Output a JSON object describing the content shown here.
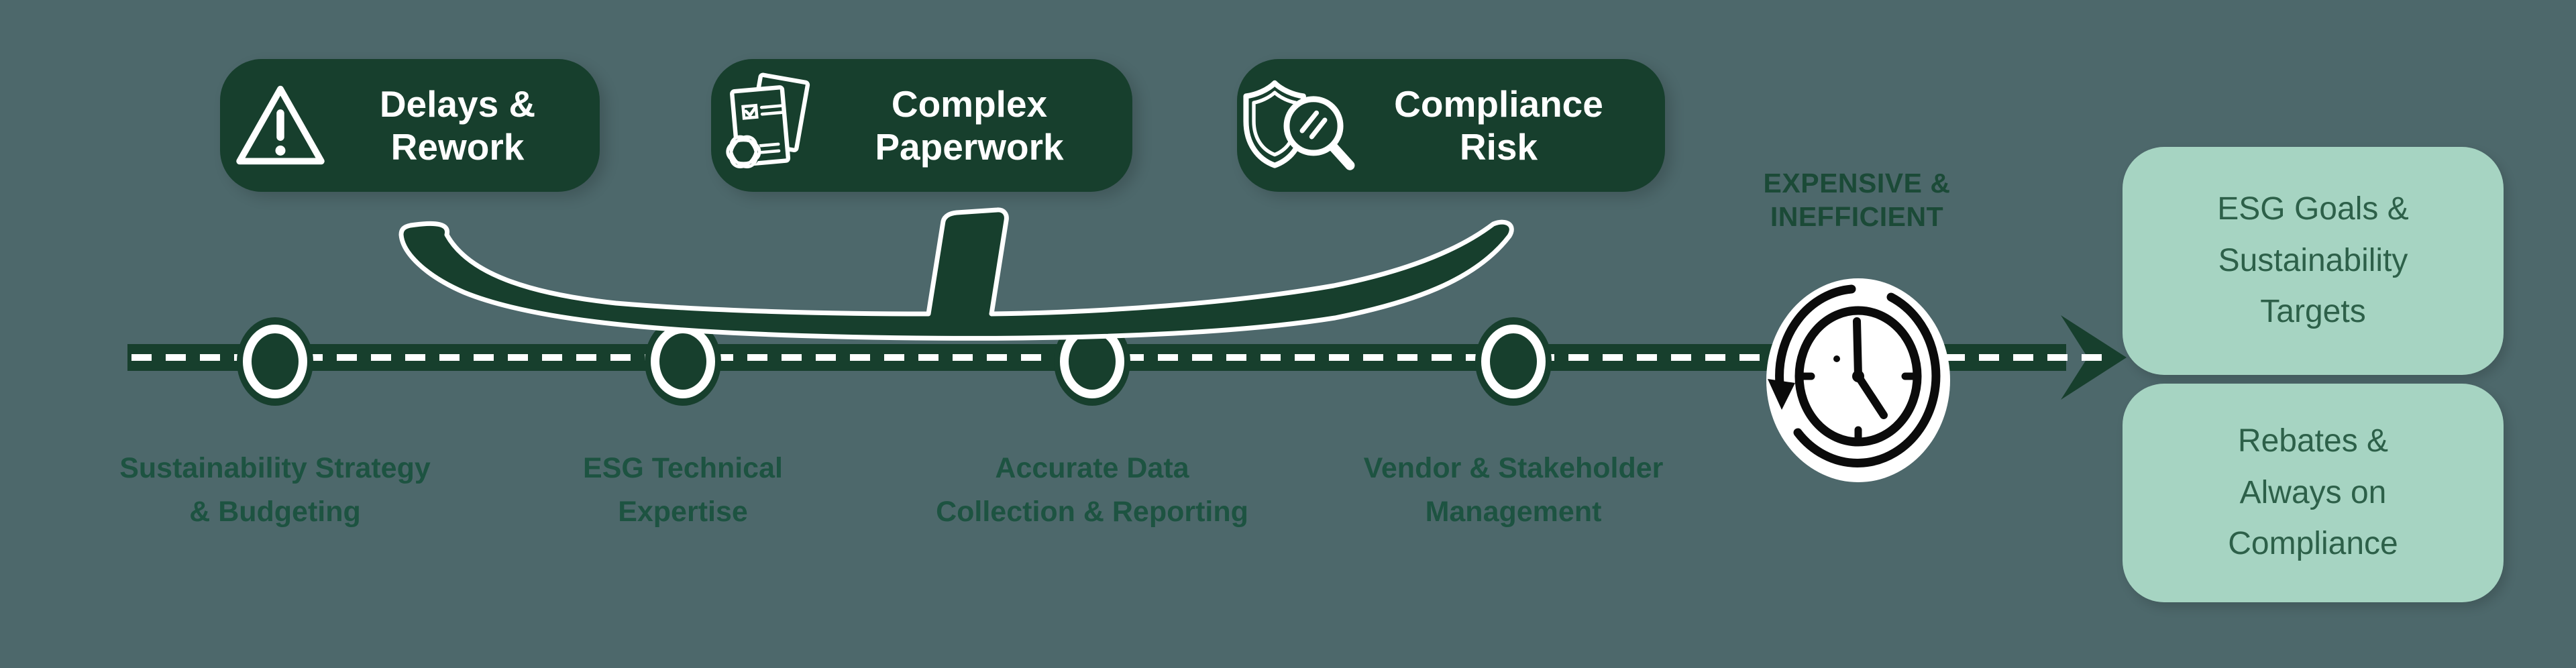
{
  "diagram": {
    "theme": "ESG compliance process pains and outcomes",
    "badges": [
      {
        "icon": "warning-triangle-icon",
        "line1": "Delays &",
        "line2": "Rework"
      },
      {
        "icon": "tangled-paperwork-icon",
        "line1": "Complex",
        "line2": "Paperwork"
      },
      {
        "icon": "shield-magnifier-icon",
        "line1": "Compliance",
        "line2": "Risk"
      }
    ],
    "timeline": {
      "direction": "left-to-right",
      "nodes": [
        {
          "line1": "Sustainability Strategy",
          "line2": "& Budgeting"
        },
        {
          "line1": "ESG Technical",
          "line2": "Expertise"
        },
        {
          "line1": "Accurate Data",
          "line2": "Collection & Reporting"
        },
        {
          "line1": "Vendor & Stakeholder",
          "line2": "Management"
        }
      ],
      "marker": {
        "icon": "clock-cycle-icon",
        "line1": "EXPENSIVE &",
        "line2": "INEFFICIENT"
      }
    },
    "outcomes": [
      {
        "lines": [
          "ESG Goals &",
          "Sustainability",
          "Targets"
        ]
      },
      {
        "lines": [
          "Rebates &",
          "Always on",
          "Compliance"
        ]
      }
    ],
    "colors": {
      "background": "#4d686b",
      "dark_green": "#173f2d",
      "mint": "#a6d4c2",
      "mint_text": "#2d6049",
      "node_label_text": "#1d5341",
      "marker_text": "#1b4a37",
      "white": "#ffffff",
      "clock_black": "#0b0b0b"
    }
  }
}
